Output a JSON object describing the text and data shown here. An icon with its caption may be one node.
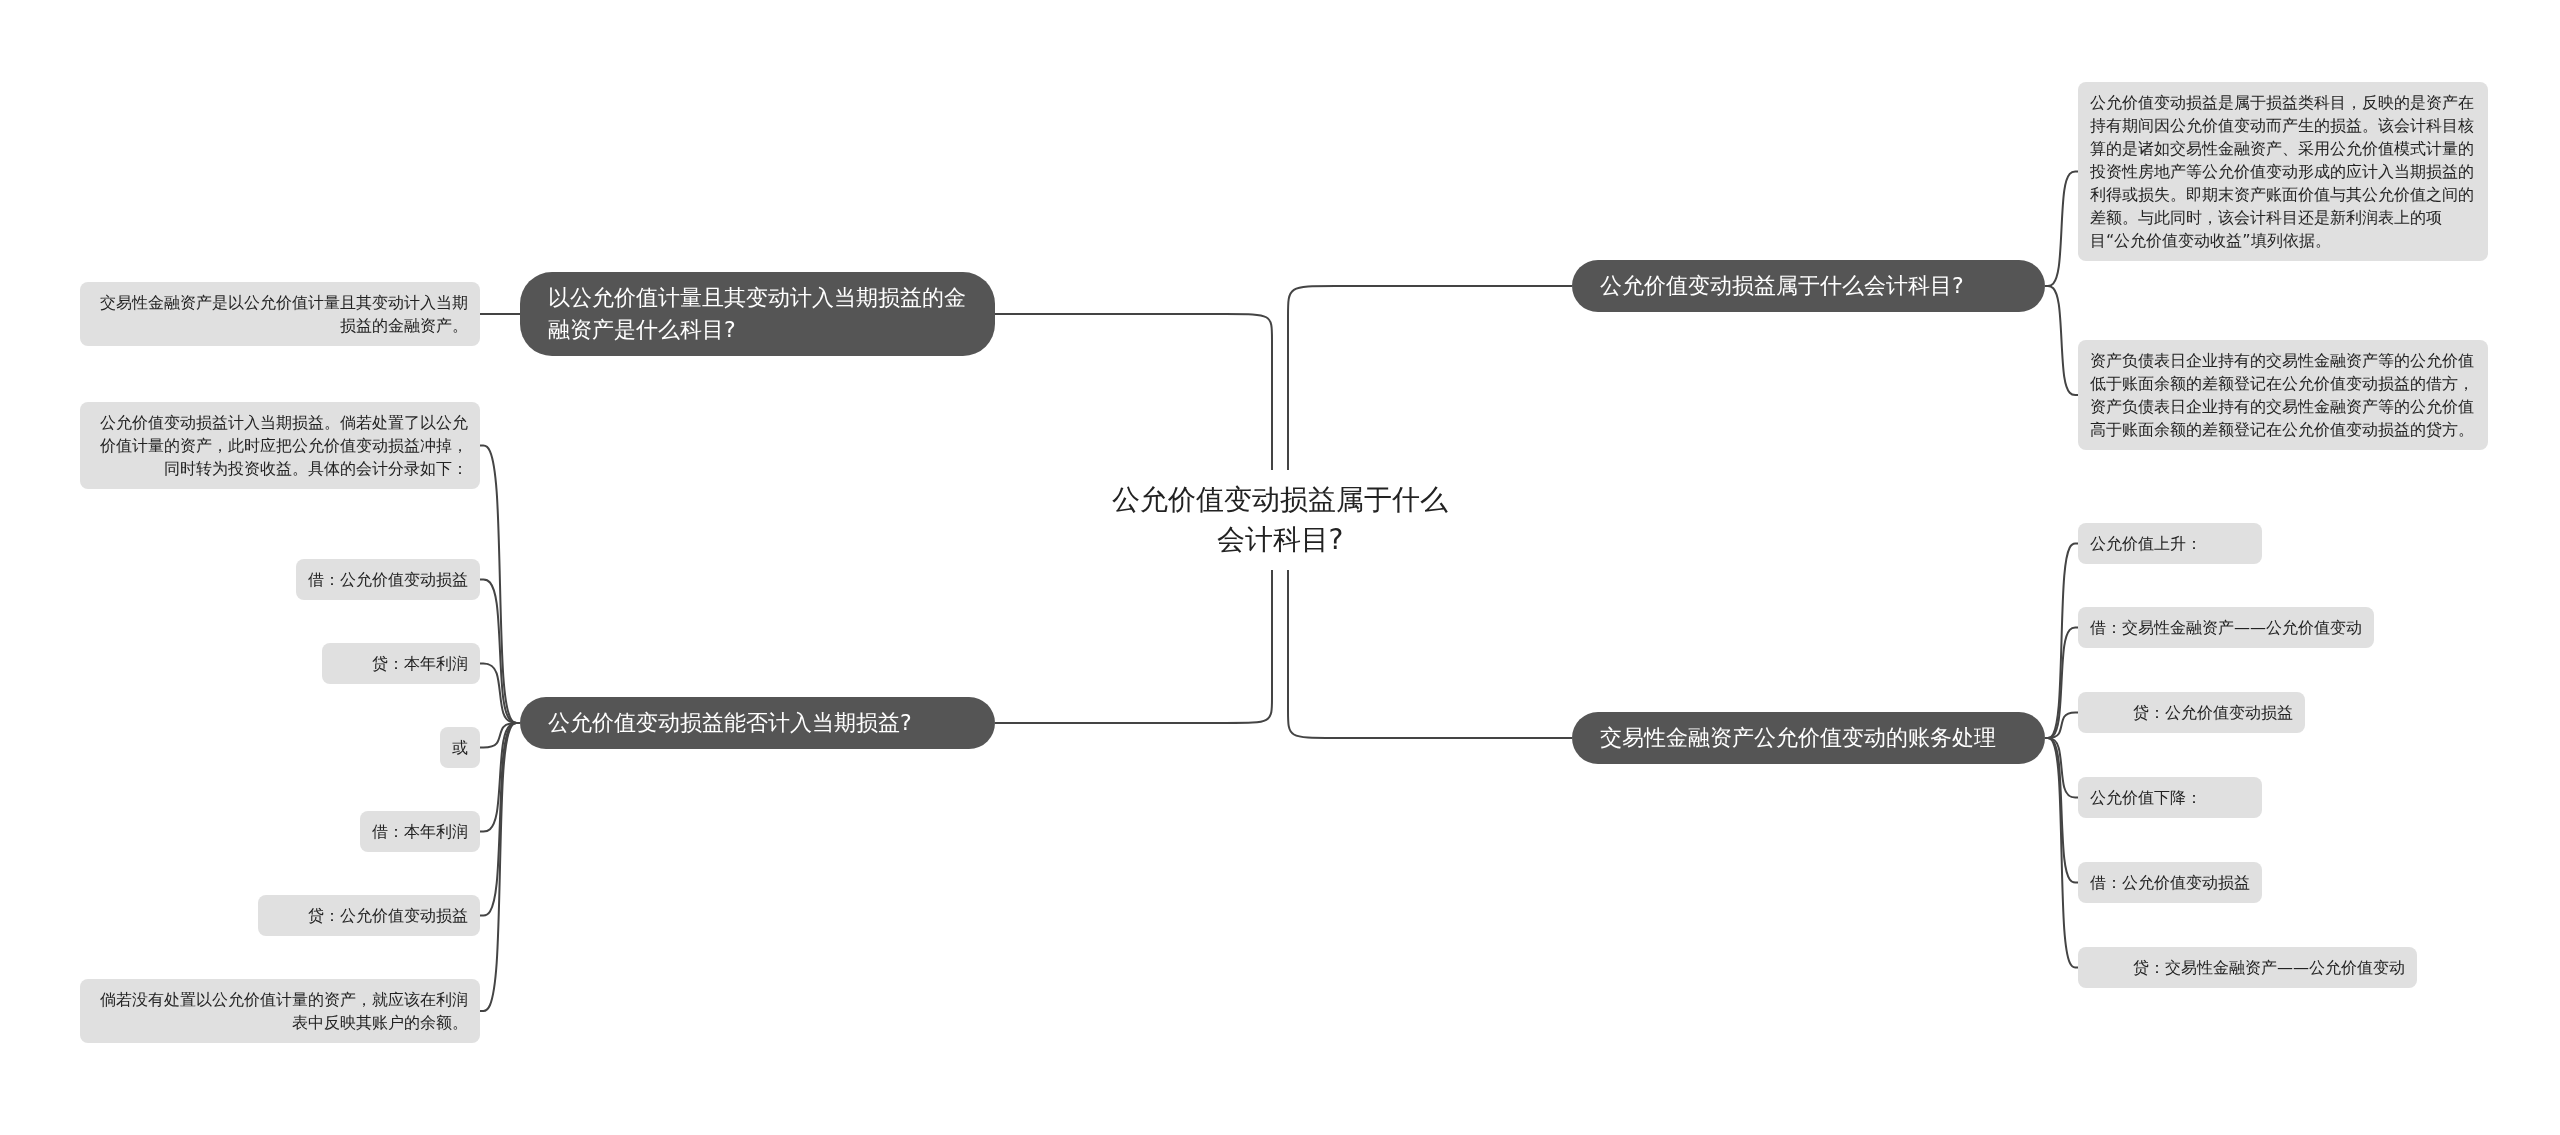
{
  "diagram": {
    "nodes": [
      {
        "text": [
          "公允价值变动损益属于什么会计科目?"
        ]
      },
      {
        "text": [
          "以公允价值计量且其变动计入当期损益的金融资产是什么科目?"
        ]
      },
      {
        "text": [
          "交易性金融资产是以公允价值计量且其变动计入当期损益的金融资产。"
        ]
      },
      {
        "text": [
          "公允价值变动损益能否计入当期损益?"
        ]
      },
      {
        "text": [
          "公允价值变动损益计入当期损益。倘若处置了以公允价值计量的资产，此时应把公允价值变动损益冲掉，同时转为投资收益。具体的会计分录如下："
        ]
      },
      {
        "text": [
          "借：公允价值变动损益"
        ]
      },
      {
        "text": [
          "贷：本年利润"
        ]
      },
      {
        "text": [
          "或"
        ]
      },
      {
        "text": [
          "借：本年利润"
        ]
      },
      {
        "text": [
          "贷：公允价值变动损益"
        ]
      },
      {
        "text": [
          "倘若没有处置以公允价值计量的资产，就应该在利润表中反映其账户的余额。"
        ]
      },
      {
        "text": [
          "公允价值变动损益属于什么会计科目?"
        ]
      },
      {
        "text": [
          "公允价值变动损益是属于损益类科目，反映的是资产在持有期间因公允价值变动而产生的损益。该会计科目核算的是诸如交易性金融资产、采用公允价值模式计量的投资性房地产等公允价值变动形成的应计入当期损益的利得或损失。即期末资产账面价值与其公允价值之间的差额。与此同时，该会计科目还是新利润表上的项目“公允价值变动收益”填列依据。"
        ]
      },
      {
        "text": [
          "资产负债表日企业持有的交易性金融资产等的公允价值低于账面余额的差额登记在公允价值变动损益的借方，资产负债表日企业持有的交易性金融资产等的公允价值高于账面余额的差额登记在公允价值变动损益的贷方。"
        ]
      },
      {
        "text": [
          "交易性金融资产公允价值变动的账务处理"
        ]
      },
      {
        "text": [
          "公允价值上升："
        ]
      },
      {
        "text": [
          "借：交易性金融资产——公允价值变动"
        ]
      },
      {
        "text": [
          "贷：公允价值变动损益"
        ]
      },
      {
        "text": [
          "公允价值下降："
        ]
      },
      {
        "text": [
          "借：公允价值变动损益"
        ]
      },
      {
        "text": [
          "贷：交易性金融资产——公允价值变动"
        ]
      }
    ],
    "edges": [
      {
        "from": 0,
        "to": 1,
        "arrow": "none"
      },
      {
        "from": 1,
        "to": 2,
        "arrow": "none"
      },
      {
        "from": 0,
        "to": 3,
        "arrow": "none"
      },
      {
        "from": 3,
        "to": 4,
        "arrow": "none"
      },
      {
        "from": 3,
        "to": 5,
        "arrow": "none"
      },
      {
        "from": 3,
        "to": 6,
        "arrow": "none"
      },
      {
        "from": 3,
        "to": 7,
        "arrow": "none"
      },
      {
        "from": 3,
        "to": 8,
        "arrow": "none"
      },
      {
        "from": 3,
        "to": 9,
        "arrow": "none"
      },
      {
        "from": 3,
        "to": 10,
        "arrow": "none"
      },
      {
        "from": 0,
        "to": 11,
        "arrow": "none"
      },
      {
        "from": 11,
        "to": 12,
        "arrow": "none"
      },
      {
        "from": 11,
        "to": 13,
        "arrow": "none"
      },
      {
        "from": 0,
        "to": 14,
        "arrow": "none"
      },
      {
        "from": 14,
        "to": 15,
        "arrow": "none"
      },
      {
        "from": 14,
        "to": 16,
        "arrow": "none"
      },
      {
        "from": 14,
        "to": 17,
        "arrow": "none"
      },
      {
        "from": 14,
        "to": 18,
        "arrow": "none"
      },
      {
        "from": 14,
        "to": 19,
        "arrow": "none"
      },
      {
        "from": 14,
        "to": 20,
        "arrow": "none"
      }
    ]
  }
}
